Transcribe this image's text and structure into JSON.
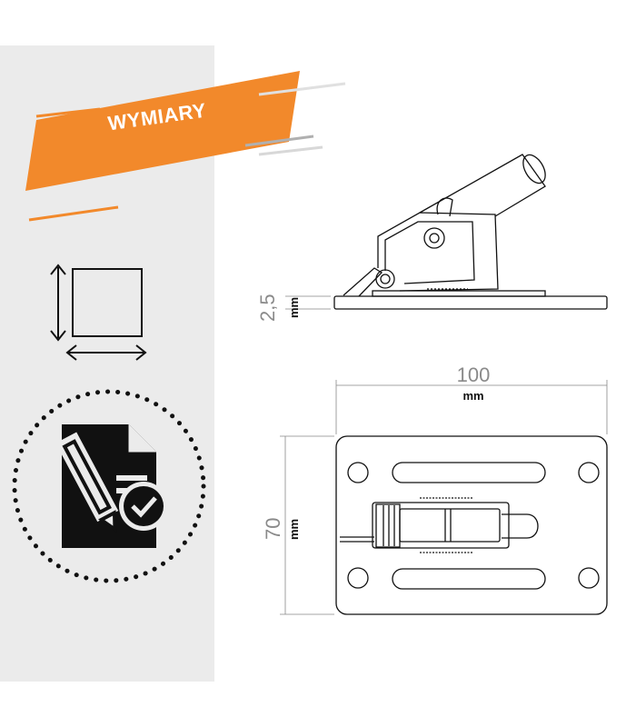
{
  "banner": {
    "title": "WYMIARY",
    "color": "#f2892b"
  },
  "icons": {
    "dimensions": "dimensions-square-icon",
    "document": "document-signature-check-icon"
  },
  "side_view": {
    "thickness_value": "2,5",
    "thickness_unit": "mm"
  },
  "top_view": {
    "width_value": "100",
    "width_unit": "mm",
    "height_value": "70",
    "height_unit": "mm"
  },
  "colors": {
    "sidebar": "#ebebeb",
    "line": "#111111",
    "dimension_text": "#8a8a8a"
  }
}
